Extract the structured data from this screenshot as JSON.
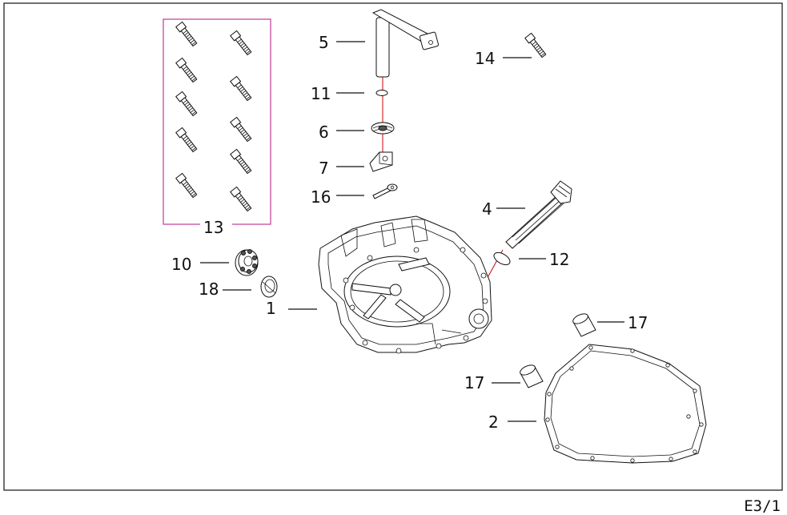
{
  "callouts": {
    "p1": "1",
    "p2": "2",
    "p4": "4",
    "p5": "5",
    "p6": "6",
    "p7": "7",
    "p10": "10",
    "p11": "11",
    "p12": "12",
    "p13": "13",
    "p14": "14",
    "p16": "16",
    "p17a": "17",
    "p17b": "17",
    "p18": "18"
  },
  "page_ref": "E3/1",
  "colors": {
    "bolt_group_frame": "#c0399b",
    "assembly_axis": "#d40000"
  }
}
